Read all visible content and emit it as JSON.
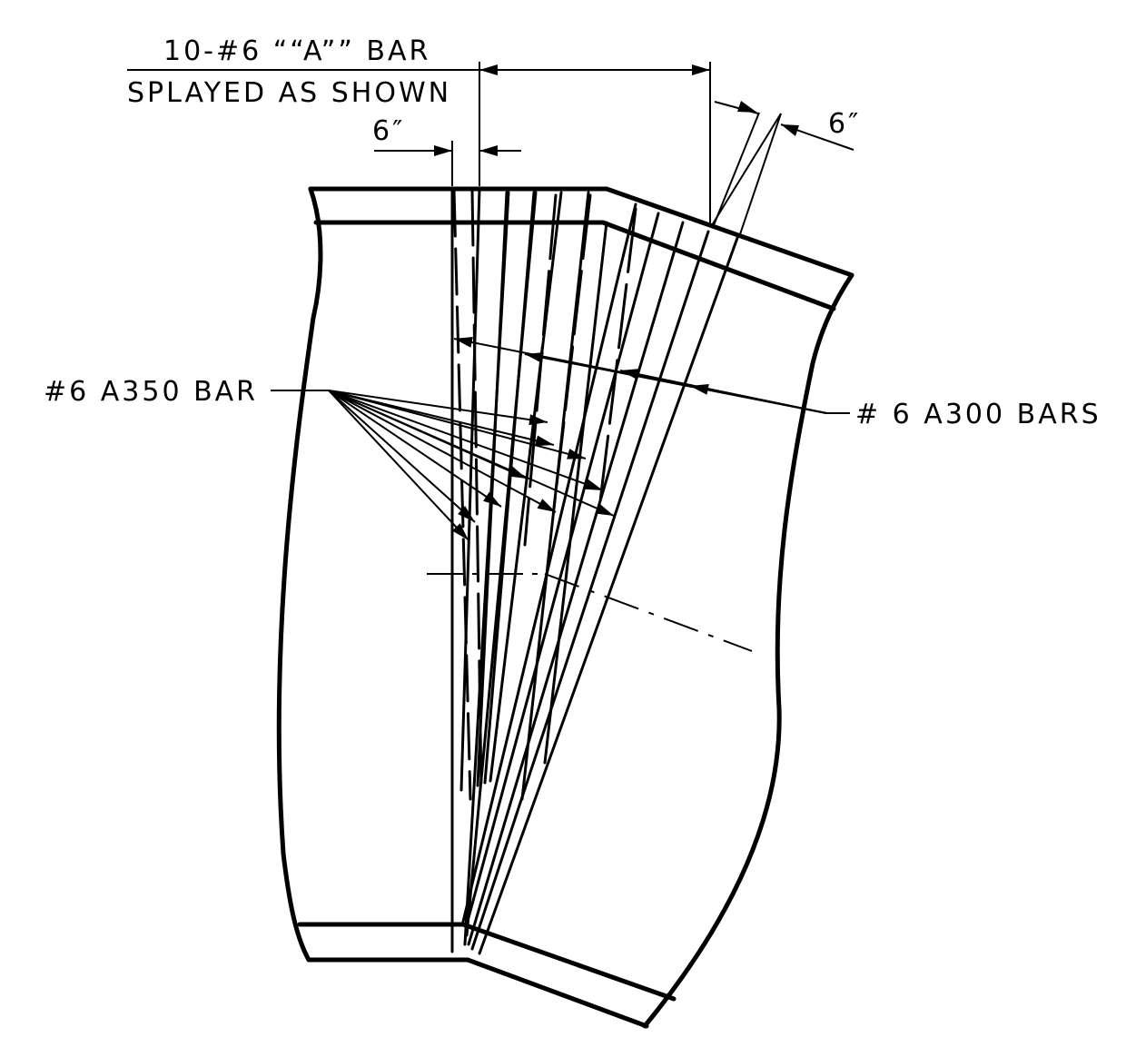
{
  "labels": {
    "a_bar_line1": "10-#6 ““A”” BAR",
    "a_bar_line2": "SPLAYED AS SHOWN",
    "dim_6_left": "6″",
    "dim_6_right": "6″",
    "a350_bar": "#6 A350 BAR",
    "a300_bars": "# 6 A300 BARS"
  }
}
